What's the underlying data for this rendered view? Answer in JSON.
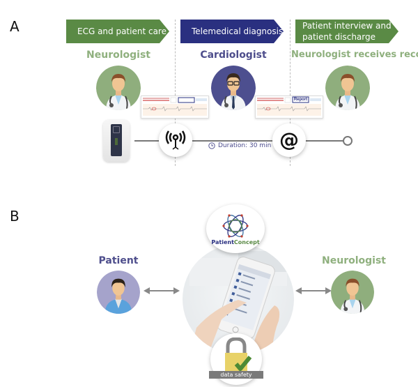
{
  "panel_a": {
    "label": "A",
    "stages": [
      {
        "label": "ECG and patient care",
        "color": "#5a8a45"
      },
      {
        "label": "Telemedical diagnosis",
        "color": "#2a3080"
      },
      {
        "label_line1": "Patient interview and",
        "label_line2": "patient discharge",
        "color": "#5a8a45"
      }
    ],
    "roles": [
      {
        "title": "Neurologist",
        "color": "#8fb07e"
      },
      {
        "title": "Cardiologist",
        "color": "#4e4e8c"
      },
      {
        "title": "Neurologist receives records",
        "color": "#8fb07e"
      }
    ],
    "ecg_strips": [
      {
        "report_label": "",
        "approved_label": "Approved"
      },
      {
        "report_label": "Report",
        "approved_label": "Approved"
      }
    ],
    "timeline": {
      "device": "ecg-recorder",
      "nodes": [
        {
          "icon": "wireless-antenna-icon"
        },
        {
          "icon": "at-sign-icon",
          "glyph": "@"
        }
      ],
      "duration_text": "Duration: 30 min"
    }
  },
  "panel_b": {
    "label": "B",
    "patient": {
      "title": "Patient",
      "color": "#4e4e8c"
    },
    "neurologist": {
      "title": "Neurologist",
      "color": "#8fb07e"
    },
    "app_logo": {
      "part1": "Patient",
      "part2": "Concept",
      "color1": "#2a3080",
      "color2": "#5a8a45"
    },
    "data_safety_label": "data safety"
  }
}
